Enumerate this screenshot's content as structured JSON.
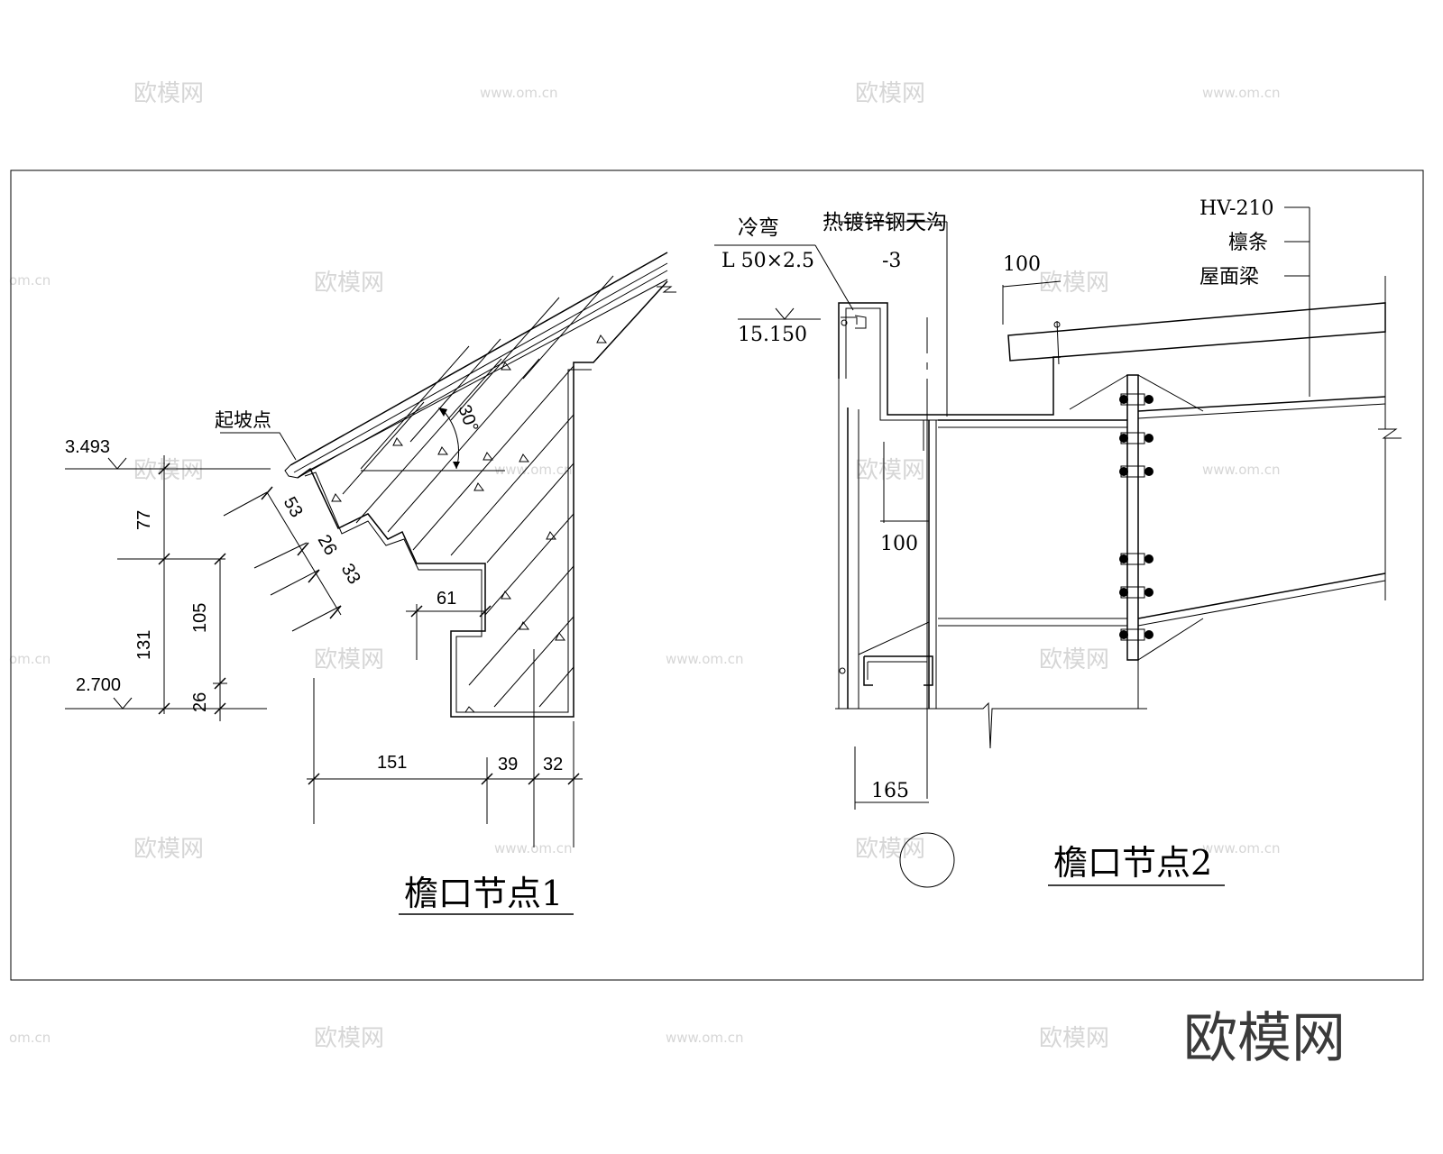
{
  "watermarks": {
    "brand": "欧模网",
    "site": "www.om.cn",
    "site_short": "om.cn"
  },
  "detail1": {
    "title": "檐口节点1",
    "slope_start_label": "起坡点",
    "angle_label": "30°",
    "elev_top": "3.493",
    "elev_bottom": "2.700",
    "dims": {
      "d77": "77",
      "d131": "131",
      "d105": "105",
      "d26v": "26",
      "d53": "53",
      "d26s": "26",
      "d33": "33",
      "d61": "61",
      "d151": "151",
      "d39": "39",
      "d32": "32"
    }
  },
  "detail2": {
    "title": "檐口节点2",
    "cold_bend_label": "冷弯",
    "angle_spec": "L 50×2.5",
    "gutter_label": "热镀锌钢天沟",
    "gutter_thk": "-3",
    "elev": "15.150",
    "purlin_spec": "HV-210",
    "purlin_label": "檩条",
    "beam_label": "屋面梁",
    "dims": {
      "d100_top": "100",
      "d100_mid": "100",
      "d165": "165"
    }
  }
}
